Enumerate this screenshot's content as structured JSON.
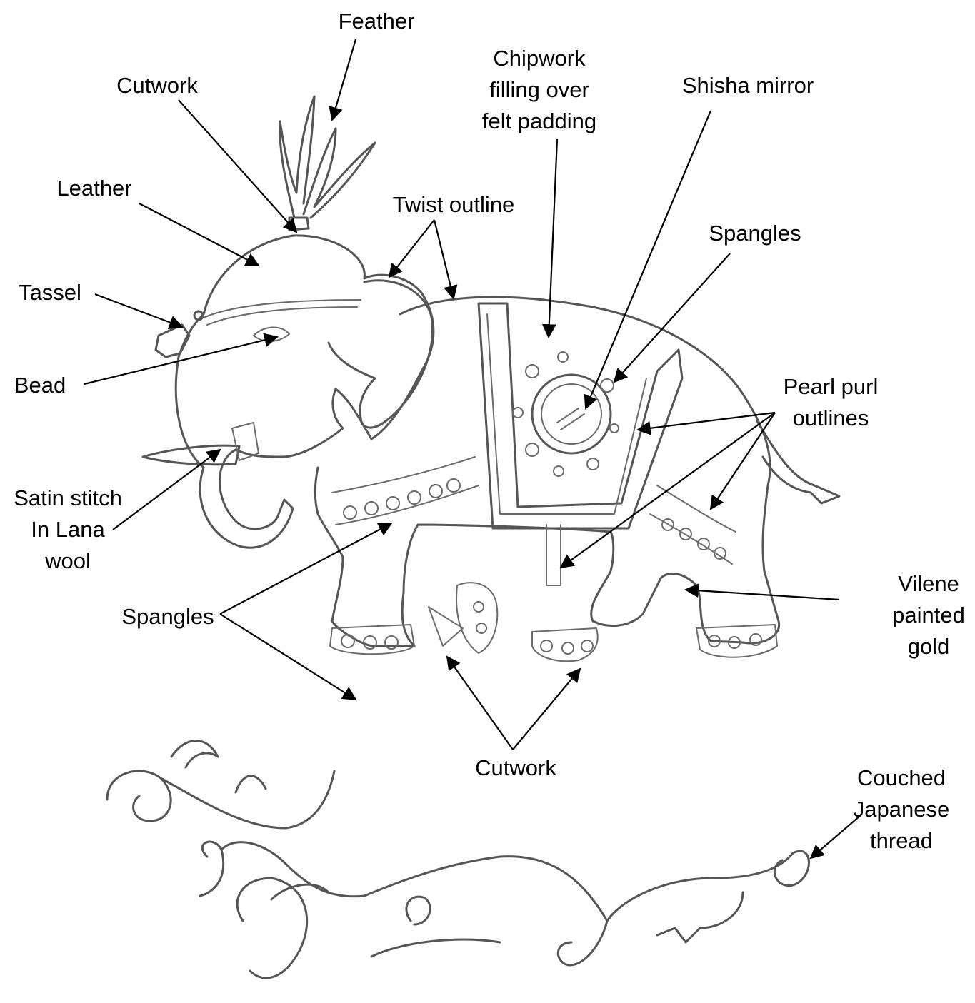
{
  "labels": {
    "feather": "Feather",
    "cutwork_top": "Cutwork",
    "chipwork": [
      "Chipwork",
      "filling over",
      "felt padding"
    ],
    "shisha": "Shisha mirror",
    "leather": "Leather",
    "twist": "Twist outline",
    "spangles_right": "Spangles",
    "tassel": "Tassel",
    "bead": "Bead",
    "pearl": [
      "Pearl purl",
      "outlines"
    ],
    "satin": [
      "Satin stitch",
      "In Lana",
      "wool"
    ],
    "spangles_left": "Spangles",
    "vilene": [
      "Vilene",
      "painted",
      "gold"
    ],
    "cutwork_bottom": "Cutwork",
    "couched": [
      "Couched",
      "Japanese",
      "thread"
    ]
  },
  "colors": {
    "line": "#555555",
    "arrow": "#000000",
    "background": "#ffffff"
  }
}
